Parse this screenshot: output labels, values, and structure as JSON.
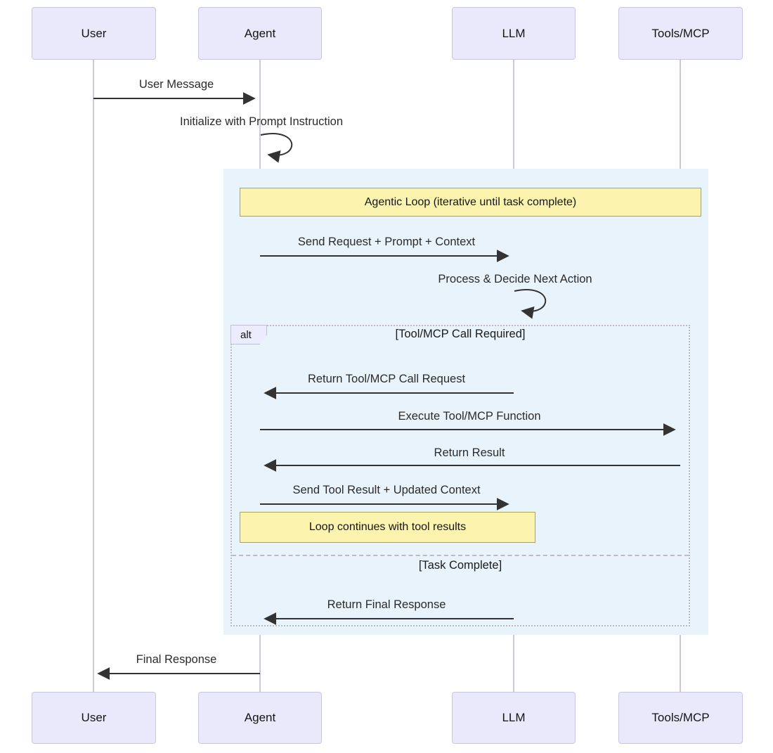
{
  "participants": [
    {
      "name": "User"
    },
    {
      "name": "Agent"
    },
    {
      "name": "LLM"
    },
    {
      "name": "Tools/MCP"
    }
  ],
  "messages": [
    {
      "label": "User Message",
      "from": "User",
      "to": "Agent",
      "type": "solid"
    },
    {
      "label": "Initialize with Prompt Instruction",
      "from": "Agent",
      "to": "Agent",
      "type": "self"
    },
    {
      "label": "Send Request + Prompt + Context",
      "from": "Agent",
      "to": "LLM",
      "type": "solid"
    },
    {
      "label": "Process & Decide Next Action",
      "from": "LLM",
      "to": "LLM",
      "type": "self"
    },
    {
      "label": "Return Tool/MCP Call Request",
      "from": "LLM",
      "to": "Agent",
      "type": "solid"
    },
    {
      "label": "Execute Tool/MCP Function",
      "from": "Agent",
      "to": "Tools/MCP",
      "type": "solid"
    },
    {
      "label": "Return Result",
      "from": "Tools/MCP",
      "to": "Agent",
      "type": "solid"
    },
    {
      "label": "Send Tool Result + Updated Context",
      "from": "Agent",
      "to": "LLM",
      "type": "solid"
    },
    {
      "label": "Return Final Response",
      "from": "LLM",
      "to": "Agent",
      "type": "solid"
    },
    {
      "label": "Final Response",
      "from": "Agent",
      "to": "User",
      "type": "solid"
    }
  ],
  "notes": [
    {
      "text": "Agentic Loop (iterative until task complete)",
      "span": "Agent to Tools/MCP"
    },
    {
      "text": "Loop continues with tool results",
      "span": "Agent to LLM"
    }
  ],
  "alt_frame": {
    "label": "alt",
    "sections": [
      {
        "condition": "[Tool/MCP Call Required]"
      },
      {
        "condition": "[Task Complete]"
      }
    ]
  },
  "colors": {
    "participant_fill": "#e9e9fb",
    "participant_border": "#c9c6e3",
    "note_fill": "#fbf3ae",
    "note_border": "#a8a84a",
    "highlight_rect_fill": "#e8f3fb",
    "lifeline": "#cfc9de",
    "arrow": "#333333",
    "frame_border": "#bdb9cb"
  }
}
